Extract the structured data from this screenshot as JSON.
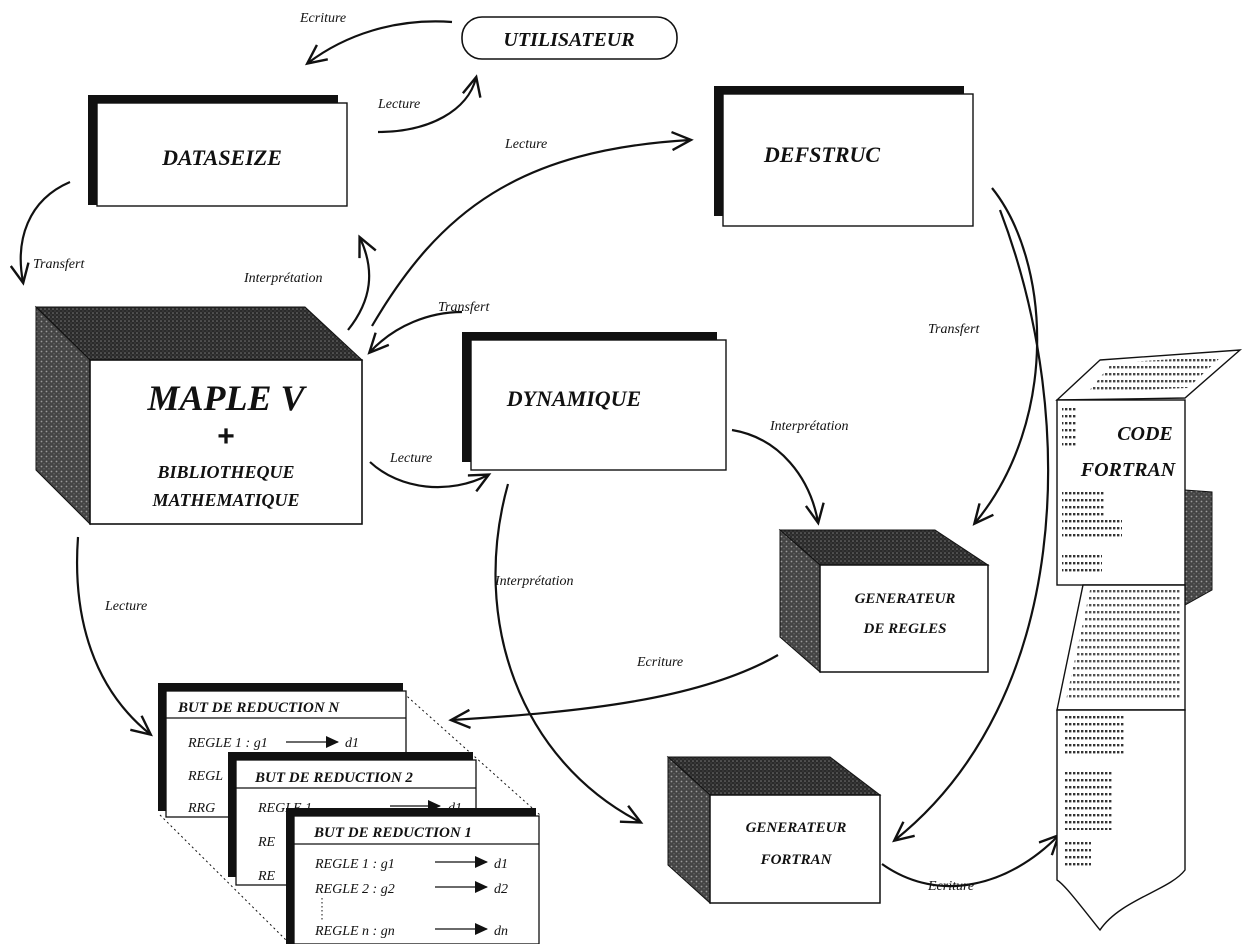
{
  "nodes": {
    "utilisateur": "UTILISATEUR",
    "dataseize": "DATASEIZE",
    "defstruc": "DEFSTRUC",
    "maple_line1": "MAPLE V",
    "maple_plus": "+",
    "maple_line2": "BIBLIOTHEQUE",
    "maple_line3": "MATHEMATIQUE",
    "dynamique": "DYNAMIQUE",
    "gen_regles_line1": "GENERATEUR",
    "gen_regles_line2": "DE REGLES",
    "gen_fortran_line1": "GENERATEUR",
    "gen_fortran_line2": "FORTRAN",
    "code_line1": "CODE",
    "code_line2": "FORTRAN"
  },
  "edges": {
    "ecriture_top": "Ecriture",
    "lecture_user": "Lecture",
    "lecture_defstruc": "Lecture",
    "transfert_left": "Transfert",
    "interpretation_up": "Interprétation",
    "transfert_mid": "Transfert",
    "transfert_right": "Transfert",
    "interpretation_right": "Interprétation",
    "lecture_dyn": "Lecture",
    "interpretation_low": "Interprétation",
    "lecture_low": "Lecture",
    "ecriture_mid": "Ecriture",
    "ecriture_bottom": "Ecriture"
  },
  "goals": {
    "card_n": {
      "title": "BUT DE REDUCTION N",
      "rule1": "REGLE 1 : g1",
      "rule1_rhs": "d1",
      "rule2": "REGL",
      "rule3": "RRG"
    },
    "card_2": {
      "title": "BUT DE REDUCTION 2",
      "rule1": "REGLE 1",
      "rule1_rhs": "d1",
      "rule2": "RE",
      "rule3": "RE"
    },
    "card_1": {
      "title": "BUT DE REDUCTION 1",
      "rule1": "REGLE 1 : g1",
      "rule1_rhs": "d1",
      "rule2": "REGLE 2 : g2",
      "rule2_rhs": "d2",
      "rule3": "REGLE n : gn",
      "rule3_rhs": "dn"
    }
  }
}
